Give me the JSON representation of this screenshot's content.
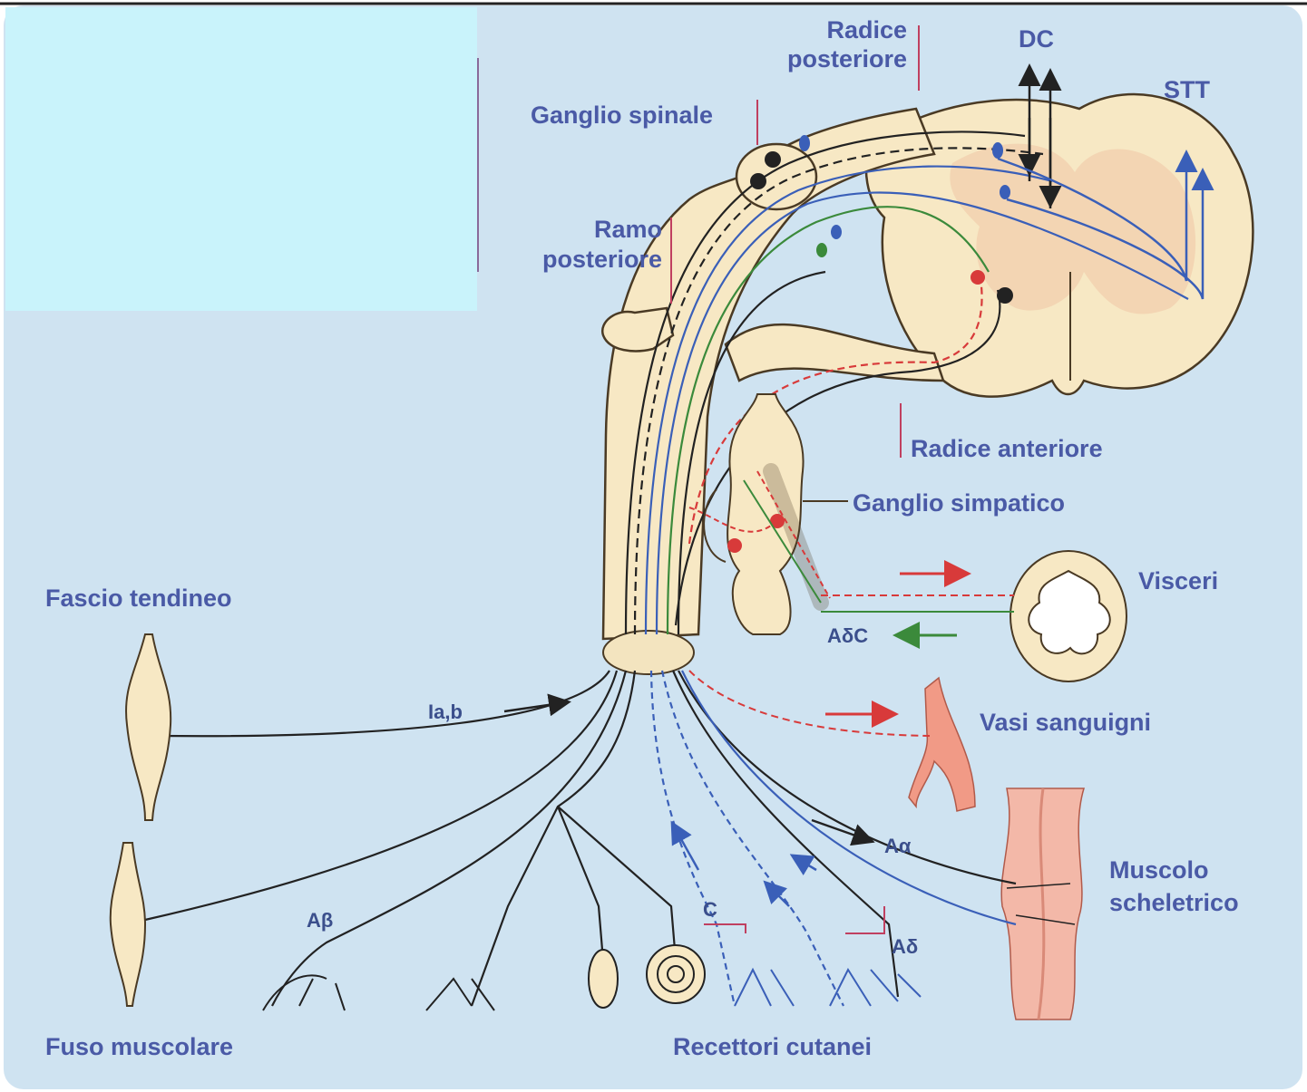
{
  "labels": {
    "radice_posteriore_1": "Radice",
    "radice_posteriore_2": "posteriore",
    "dc": "DC",
    "stt": "STT",
    "ganglio_spinale": "Ganglio spinale",
    "ramo_posteriore_1": "Ramo",
    "ramo_posteriore_2": "posteriore",
    "radice_anteriore": "Radice anteriore",
    "ganglio_simpatico": "Ganglio simpatico",
    "visceri": "Visceri",
    "adelta_c": "AδC",
    "fascio_tendineo": "Fascio tendineo",
    "ia_b": "Ia,b",
    "vasi_sanguigni": "Vasi sanguigni",
    "a_alpha": "Aα",
    "a_beta": "Aβ",
    "c": "C",
    "a_delta": "Aδ",
    "muscolo_1": "Muscolo",
    "muscolo_2": "scheletrico",
    "fuso_muscolare": "Fuso muscolare",
    "recettori_cutanei": "Recettori cutanei"
  },
  "colors": {
    "background": "#cfe3f1",
    "inset_panel": "#c9f3fb",
    "tissue": "#f7e8c4",
    "tissue_outline": "#4a3a24",
    "label": "#4a5aa6",
    "nerve_dark": "#222222",
    "nerve_blue": "#3a5fb8",
    "nerve_green": "#3b8a3b",
    "nerve_red": "#d83a3a",
    "muscle": "#f3b8a8",
    "vessel": "#f19a86"
  }
}
